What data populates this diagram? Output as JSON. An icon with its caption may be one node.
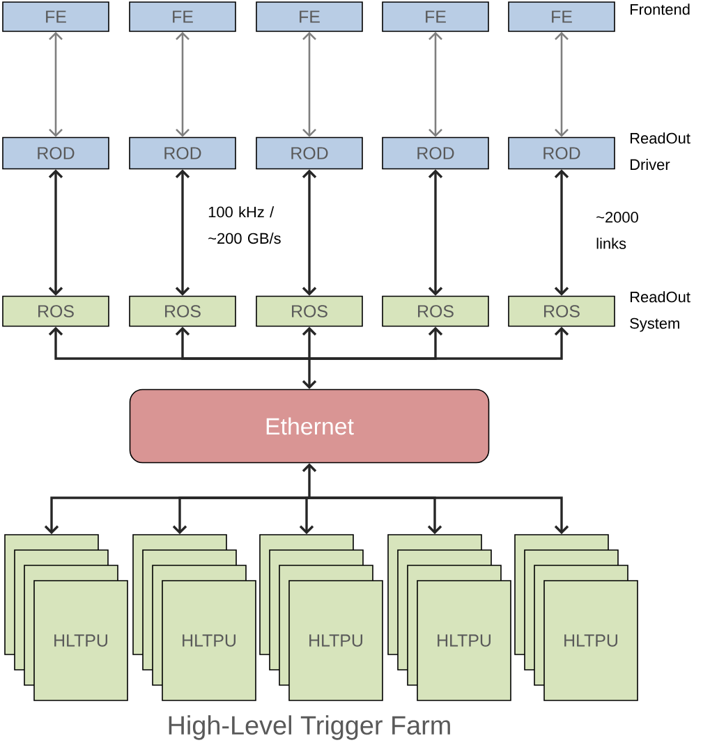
{
  "diagram": {
    "nodes": [
      {
        "text": [
          "FE"
        ]
      },
      {
        "text": [
          "FE"
        ]
      },
      {
        "text": [
          "FE"
        ]
      },
      {
        "text": [
          "FE"
        ]
      },
      {
        "text": [
          "FE"
        ]
      },
      {
        "text": [
          "ROD"
        ]
      },
      {
        "text": [
          "ROD"
        ]
      },
      {
        "text": [
          "ROD"
        ]
      },
      {
        "text": [
          "ROD"
        ]
      },
      {
        "text": [
          "ROD"
        ]
      },
      {
        "text": [
          "ROS"
        ]
      },
      {
        "text": [
          "ROS"
        ]
      },
      {
        "text": [
          "ROS"
        ]
      },
      {
        "text": [
          "ROS"
        ]
      },
      {
        "text": [
          "ROS"
        ]
      },
      {
        "text": [
          "Ethernet"
        ]
      },
      {
        "text": [],
        "shape": "box"
      },
      {
        "text": [],
        "shape": "box"
      },
      {
        "text": [],
        "shape": "box"
      },
      {
        "text": [
          "HLTPU"
        ]
      },
      {
        "text": [],
        "shape": "box"
      },
      {
        "text": [],
        "shape": "box"
      },
      {
        "text": [],
        "shape": "box"
      },
      {
        "text": [
          "HLTPU"
        ]
      },
      {
        "text": [],
        "shape": "box"
      },
      {
        "text": [],
        "shape": "box"
      },
      {
        "text": [],
        "shape": "box"
      },
      {
        "text": [
          "HLTPU"
        ]
      },
      {
        "text": [],
        "shape": "box"
      },
      {
        "text": [],
        "shape": "box"
      },
      {
        "text": [],
        "shape": "box"
      },
      {
        "text": [
          "HLTPU"
        ]
      },
      {
        "text": [],
        "shape": "box"
      },
      {
        "text": [],
        "shape": "box"
      },
      {
        "text": [],
        "shape": "box"
      },
      {
        "text": [
          "HLTPU"
        ]
      }
    ],
    "edges": [
      {
        "from": 0,
        "to": 5,
        "arrow": "both",
        "color": "#7f7f7f"
      },
      {
        "from": 1,
        "to": 6,
        "arrow": "both",
        "color": "#7f7f7f"
      },
      {
        "from": 2,
        "to": 7,
        "arrow": "both",
        "color": "#7f7f7f"
      },
      {
        "from": 3,
        "to": 8,
        "arrow": "both",
        "color": "#7f7f7f"
      },
      {
        "from": 4,
        "to": 9,
        "arrow": "both",
        "color": "#7f7f7f"
      },
      {
        "from": 5,
        "to": 10,
        "arrow": "both"
      },
      {
        "from": 6,
        "to": 11,
        "arrow": "both"
      },
      {
        "from": 7,
        "to": 12,
        "arrow": "both"
      },
      {
        "from": 8,
        "to": 13,
        "arrow": "both"
      },
      {
        "from": 9,
        "to": 14,
        "arrow": "both"
      },
      {
        "from": 10,
        "to": 15,
        "arrow": "both"
      },
      {
        "from": 11,
        "to": 15,
        "arrow": "both"
      },
      {
        "from": 12,
        "to": 15,
        "arrow": "both"
      },
      {
        "from": 13,
        "to": 15,
        "arrow": "both"
      },
      {
        "from": 14,
        "to": 15,
        "arrow": "both"
      },
      {
        "from": 15,
        "to": 16,
        "arrow": "both"
      },
      {
        "from": 15,
        "to": 20,
        "arrow": "both"
      },
      {
        "from": 15,
        "to": 24,
        "arrow": "both"
      },
      {
        "from": 15,
        "to": 28,
        "arrow": "both"
      },
      {
        "from": 15,
        "to": 32,
        "arrow": "both"
      }
    ],
    "labels": [
      "Frontend",
      "ReadOut Driver",
      "100 kHz / ~200 GB/s",
      "~2000 links",
      "ReadOut System",
      "High-Level Trigger Farm"
    ]
  }
}
